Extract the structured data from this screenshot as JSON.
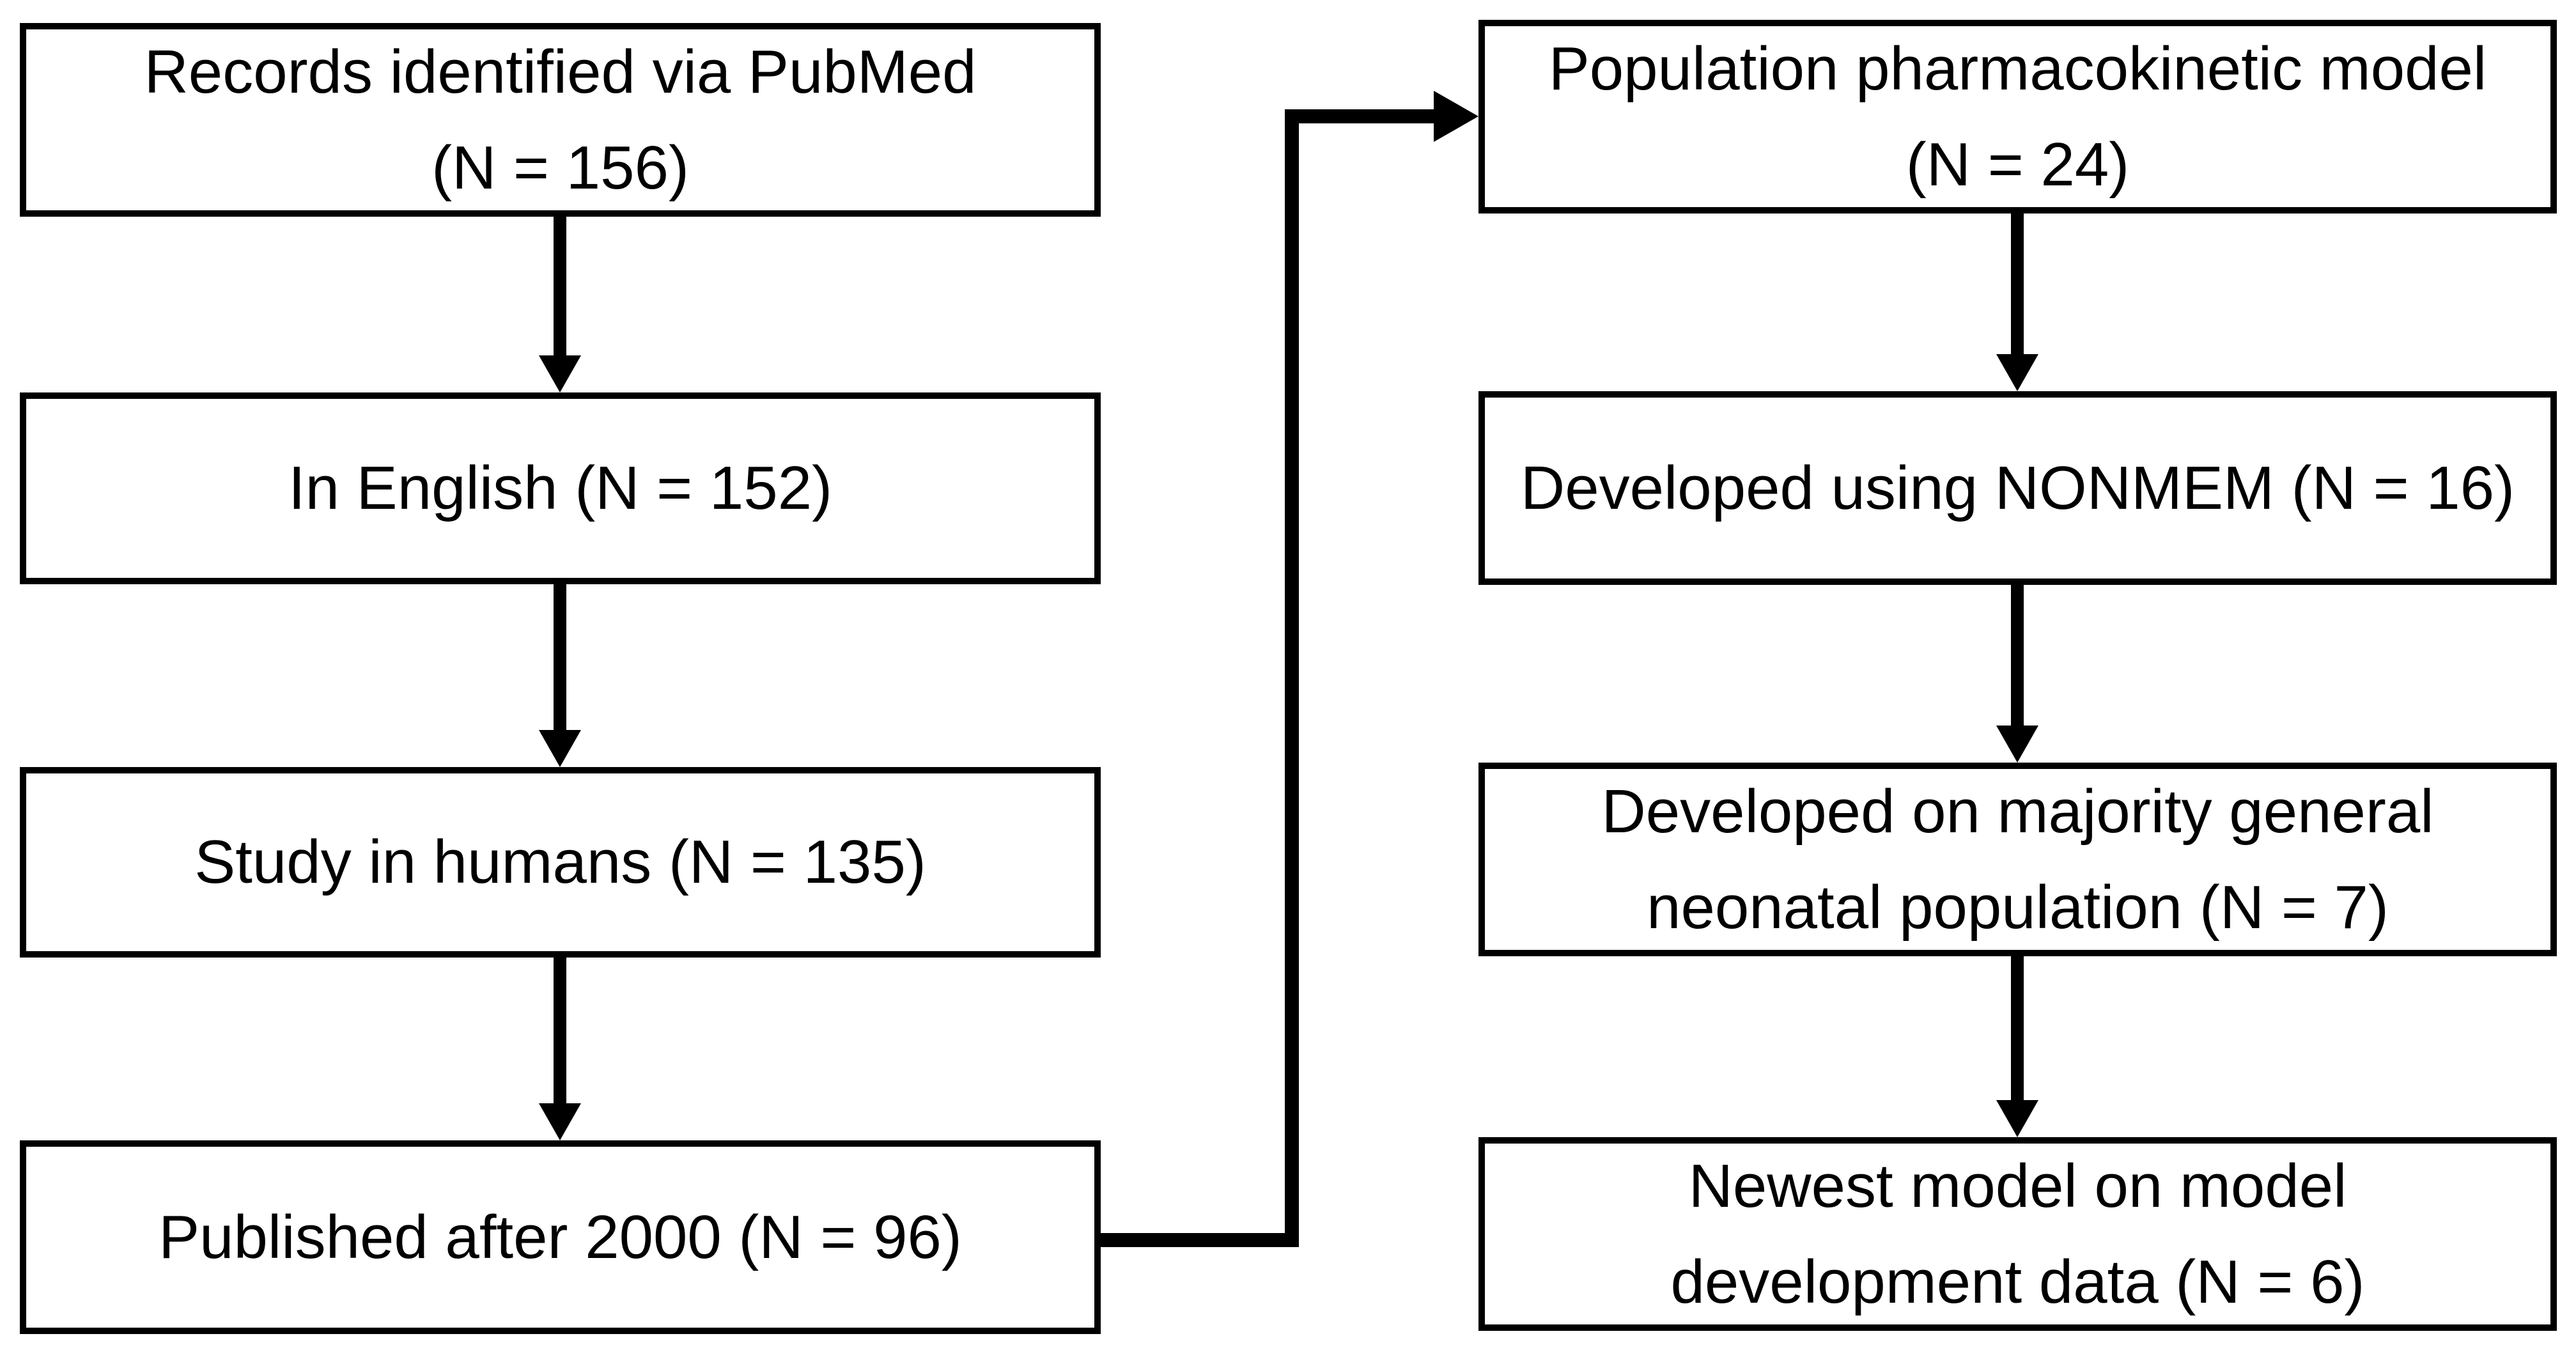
{
  "diagram": {
    "type": "flowchart",
    "colors": {
      "line": "#000000",
      "background": "#ffffff",
      "text": "#000000"
    },
    "boxes": [
      {
        "id": "records-identified",
        "column": "left",
        "lines": [
          "Records identified via PubMed",
          "(N = 156)"
        ]
      },
      {
        "id": "in-english",
        "column": "left",
        "lines": [
          "In English (N = 152)"
        ]
      },
      {
        "id": "study-in-humans",
        "column": "left",
        "lines": [
          "Study in humans (N = 135)"
        ]
      },
      {
        "id": "published-after-2000",
        "column": "left",
        "lines": [
          "Published after 2000 (N = 96)"
        ]
      },
      {
        "id": "poppk-model",
        "column": "right",
        "lines": [
          "Population pharmacokinetic model",
          "(N = 24)"
        ]
      },
      {
        "id": "developed-nonmem",
        "column": "right",
        "lines": [
          "Developed using NONMEM (N = 16)"
        ]
      },
      {
        "id": "neonatal-population",
        "column": "right",
        "lines": [
          "Developed on majority general",
          "neonatal population (N = 7)"
        ]
      },
      {
        "id": "newest-model",
        "column": "right",
        "lines": [
          "Newest model on model",
          "development data (N = 6)"
        ]
      }
    ],
    "edges": [
      {
        "from": "records-identified",
        "to": "in-english",
        "style": "straight-down-arrow"
      },
      {
        "from": "in-english",
        "to": "study-in-humans",
        "style": "straight-down-arrow"
      },
      {
        "from": "study-in-humans",
        "to": "published-after-2000",
        "style": "straight-down-arrow"
      },
      {
        "from": "published-after-2000",
        "to": "poppk-model",
        "style": "elbow-right-up-right-arrow"
      },
      {
        "from": "poppk-model",
        "to": "developed-nonmem",
        "style": "straight-down-arrow"
      },
      {
        "from": "developed-nonmem",
        "to": "neonatal-population",
        "style": "straight-down-arrow"
      },
      {
        "from": "neonatal-population",
        "to": "newest-model",
        "style": "straight-down-arrow"
      }
    ]
  }
}
